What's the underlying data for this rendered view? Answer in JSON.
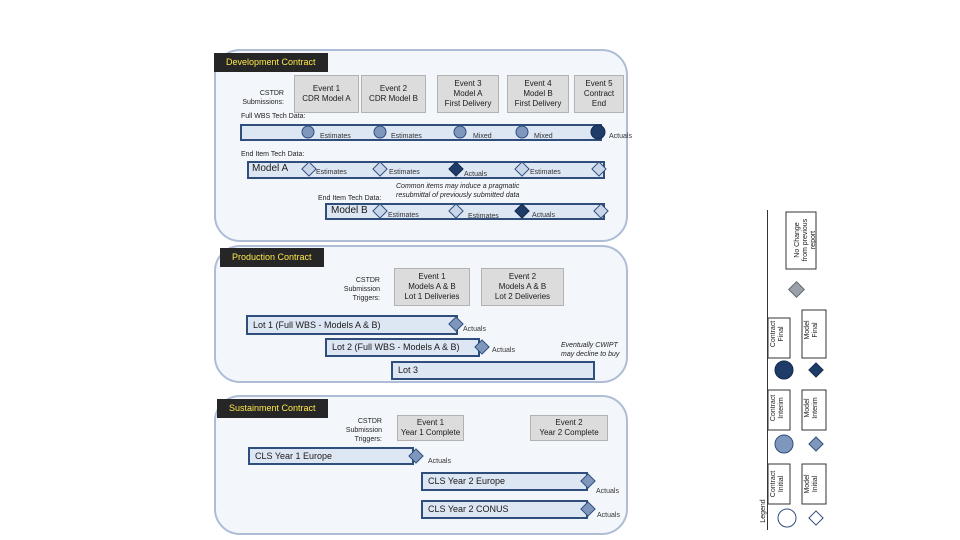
{
  "dev": {
    "title": "Development Contract",
    "csdr": "CSTDR\nSubmissions:",
    "events": [
      "Event 1\nCDR Model A",
      "Event 2\nCDR Model B",
      "Event 3\nModel A\nFirst Delivery",
      "Event 4\nModel B\nFirst Delivery",
      "Event 5\nContract\nEnd"
    ],
    "full_wbs": "Full WBS Tech Data:",
    "full_wbs_marks": [
      "Estimates",
      "Estimates",
      "Mixed",
      "Mixed",
      "Actuals"
    ],
    "end_item": "End Item Tech Data:",
    "model_a": "Model A",
    "model_a_marks": [
      "Estimates",
      "Estimates",
      "Actuals",
      "Estimates"
    ],
    "note": "Common items may induce a pragmatic\nresubmittal of previously submitted data",
    "end_item_b": "End Item Tech Data:",
    "model_b": "Model B",
    "model_b_marks": [
      "Estimates",
      "Estimates",
      "Actuals"
    ]
  },
  "prod": {
    "title": "Production Contract",
    "csdr": "CSTDR\nSubmission\nTriggers:",
    "events": [
      "Event 1\nModels A & B\nLot 1 Deliveries",
      "Event 2\nModels A & B\nLot 2 Deliveries"
    ],
    "lot1": "Lot 1 (Full WBS - Models A & B)",
    "lot1_mark": "Actuals",
    "lot2": "Lot 2 (Full WBS - Models A & B)",
    "lot2_mark": "Actuals",
    "note": "Eventually CWIPT\nmay decline to buy",
    "lot3": "Lot 3"
  },
  "sust": {
    "title": "Sustainment Contract",
    "csdr": "CSTDR\nSubmission\nTriggers:",
    "events": [
      "Event 1\nYear 1 Complete",
      "Event 2\nYear 2 Complete"
    ],
    "cls1": "CLS Year 1 Europe",
    "cls1_mark": "Actuals",
    "cls2": "CLS Year 2 Europe",
    "cls2_mark": "Actuals",
    "cls3": "CLS Year 2 CONUS",
    "cls3_mark": "Actuals"
  },
  "legend": {
    "title": "Legend",
    "no_change": "No Change\nfrom previous\nreport",
    "contract_final": "Contract\nFinal",
    "model_final": "Model\nFinal",
    "contract_interim": "Contract\nInterim",
    "model_interim": "Model\nInterim",
    "contract_initial": "Contract\nInitial",
    "model_initial": "Model\nInitial"
  },
  "colors": {
    "dark": "#1f3c68",
    "mid": "#7f97bd",
    "light": "#c9d6ea",
    "grey": "#9aa1a8",
    "bar_fill": "#dde6f3",
    "bar_border": "#2f4e7c"
  }
}
